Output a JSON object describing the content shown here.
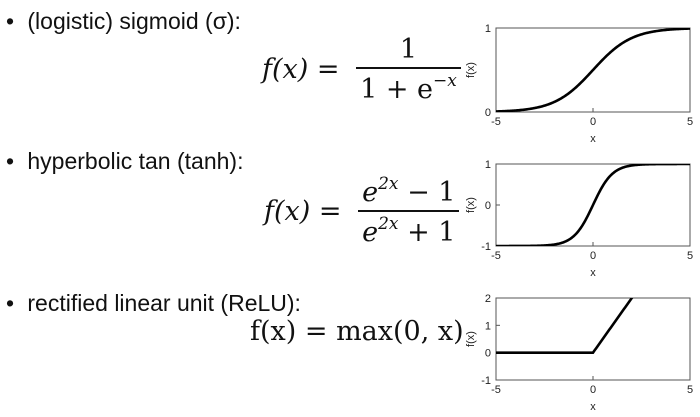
{
  "items": [
    {
      "bullet": "•",
      "label": "(logistic) sigmoid (σ):",
      "formula": {
        "lhs": "f(x) =",
        "numerator": "1",
        "denominator_main": "1 + e",
        "denominator_sup": "−x"
      }
    },
    {
      "bullet": "•",
      "label": "hyperbolic tan (tanh):",
      "formula": {
        "lhs": "f(x) =",
        "numerator_main": "e",
        "numerator_sup": "2x",
        "numerator_tail": " − 1",
        "denominator_main": "e",
        "denominator_sup": "2x",
        "denominator_tail": " + 1"
      }
    },
    {
      "bullet": "•",
      "label": "rectified linear unit (ReLU):",
      "formula": {
        "text": "f(x) = max(0, x)"
      }
    }
  ],
  "chart_data": [
    {
      "type": "line",
      "function": "sigmoid",
      "xlabel": "x",
      "ylabel": "f(x)",
      "xlim": [
        -5,
        5
      ],
      "ylim": [
        0,
        1
      ],
      "xticks": [
        "-5",
        "0",
        "5"
      ],
      "yticks": [
        "0",
        "1"
      ],
      "color": "#000000"
    },
    {
      "type": "line",
      "function": "tanh",
      "xlabel": "x",
      "ylabel": "f(x)",
      "xlim": [
        -5,
        5
      ],
      "ylim": [
        -1,
        1
      ],
      "xticks": [
        "-5",
        "0",
        "5"
      ],
      "yticks": [
        "-1",
        "0",
        "1"
      ],
      "color": "#000000"
    },
    {
      "type": "line",
      "function": "relu",
      "xlabel": "x",
      "ylabel": "f(x)",
      "xlim": [
        -5,
        5
      ],
      "ylim": [
        -1,
        2
      ],
      "xticks": [
        "-5",
        "0",
        "5"
      ],
      "yticks": [
        "-1",
        "0",
        "1",
        "2"
      ],
      "color": "#000000"
    }
  ]
}
